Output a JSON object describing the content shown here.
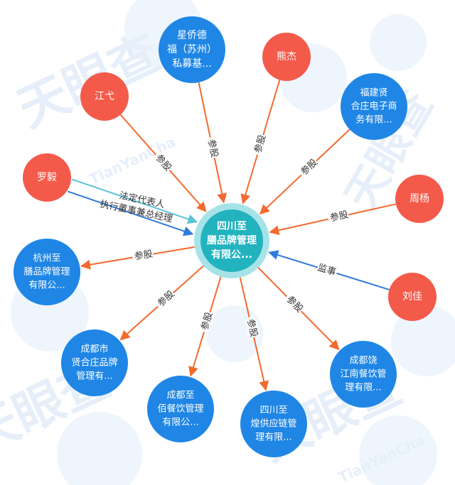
{
  "colors": {
    "company": "#1f86e6",
    "person": "#f45a4a",
    "center": "#22b3bf",
    "center_ring": "#a6e3e8",
    "invest_edge": "#f36a2e",
    "legal_edge": "#5cc3d4",
    "exec_edge": "#2f7bdc",
    "supervisor_edge": "#2f7bdc"
  },
  "center": {
    "id": "center",
    "lines": [
      "四川至",
      "膳品牌管理",
      "有限公..."
    ]
  },
  "nodes": [
    {
      "id": "xingqiaode",
      "type": "company",
      "lines": [
        "星侨德",
        "福（苏州）",
        "私募基..."
      ]
    },
    {
      "id": "xiongjie",
      "type": "person",
      "lines": [
        "熊杰"
      ]
    },
    {
      "id": "fujianxian",
      "type": "company",
      "lines": [
        "福建贤",
        "合庄电子商",
        "务有限..."
      ]
    },
    {
      "id": "jiangdai",
      "type": "person",
      "lines": [
        "江弋"
      ]
    },
    {
      "id": "zhouyang",
      "type": "person",
      "lines": [
        "周杨"
      ]
    },
    {
      "id": "luoyi",
      "type": "person",
      "lines": [
        "罗毅"
      ]
    },
    {
      "id": "hangzhou",
      "type": "company",
      "lines": [
        "杭州至",
        "膳品牌管理",
        "有限公..."
      ]
    },
    {
      "id": "liujia",
      "type": "person",
      "lines": [
        "刘佳"
      ]
    },
    {
      "id": "chengduxian",
      "type": "company",
      "lines": [
        "成都市",
        "贤合庄品牌",
        "管理有..."
      ]
    },
    {
      "id": "chengdunao",
      "type": "company",
      "lines": [
        "成都饶",
        "江南餐饮管",
        "理有限..."
      ]
    },
    {
      "id": "chengduzhi",
      "type": "company",
      "lines": [
        "成都至",
        "佰餐饮管理",
        "有限公..."
      ]
    },
    {
      "id": "sichuanhuang",
      "type": "company",
      "lines": [
        "四川至",
        "煌供应链管",
        "理有限..."
      ]
    }
  ],
  "edges": [
    {
      "from": "xingqiaode",
      "to": "center",
      "kind": "invest",
      "label": "参股"
    },
    {
      "from": "xiongjie",
      "to": "center",
      "kind": "invest",
      "label": "参股"
    },
    {
      "from": "fujianxian",
      "to": "center",
      "kind": "invest",
      "label": "参股"
    },
    {
      "from": "jiangdai",
      "to": "center",
      "kind": "invest",
      "label": "参股"
    },
    {
      "from": "zhouyang",
      "to": "center",
      "kind": "invest",
      "label": "参股"
    },
    {
      "from": "luoyi",
      "to": "center",
      "kind": "legal",
      "label": "法定代表人"
    },
    {
      "from": "luoyi",
      "to": "center",
      "kind": "exec",
      "label": "执行董事兼总经理"
    },
    {
      "from": "liujia",
      "to": "center",
      "kind": "supervisor",
      "label": "监事"
    },
    {
      "from": "center",
      "to": "hangzhou",
      "kind": "invest",
      "label": "参股"
    },
    {
      "from": "center",
      "to": "chengduxian",
      "kind": "invest",
      "label": "参股"
    },
    {
      "from": "center",
      "to": "chengduzhi",
      "kind": "invest",
      "label": "参股"
    },
    {
      "from": "center",
      "to": "sichuanhuang",
      "kind": "invest",
      "label": "参股"
    },
    {
      "from": "center",
      "to": "chengdunao",
      "kind": "invest",
      "label": "参股"
    }
  ],
  "watermark": {
    "text": "天眼查",
    "pinyin": "TianYanCha"
  }
}
